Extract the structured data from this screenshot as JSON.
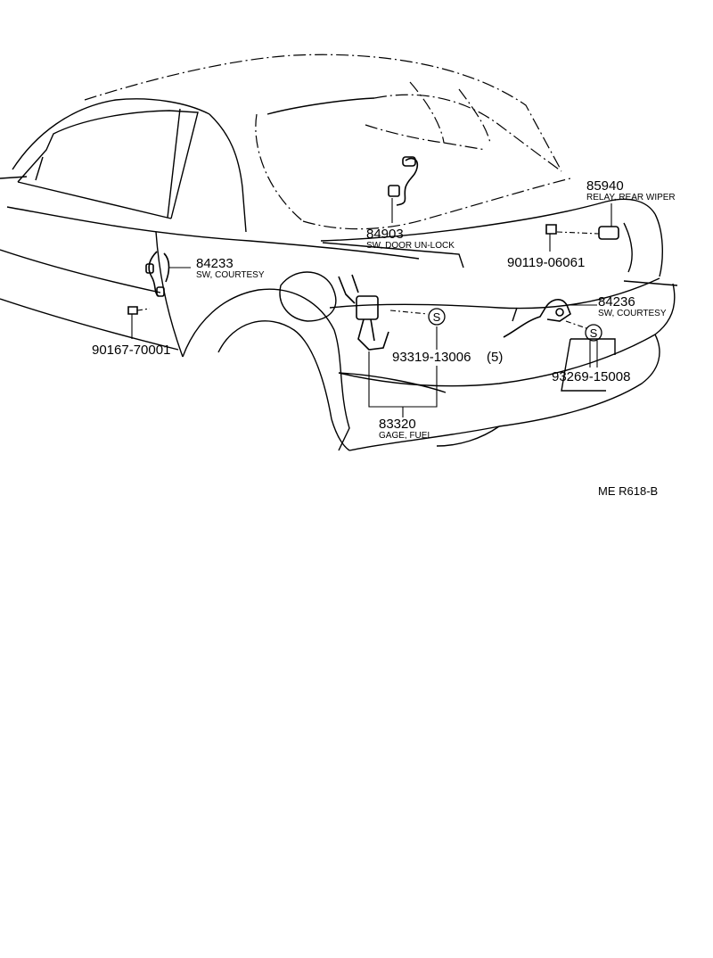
{
  "parts": [
    {
      "id": "p84903",
      "number": "84903",
      "description": "SW, DOOR UN-LOCK"
    },
    {
      "id": "p85940",
      "number": "85940",
      "description": "RELAY, REAR WIPER"
    },
    {
      "id": "p84233",
      "number": "84233",
      "description": "SW, COURTESY"
    },
    {
      "id": "p84236",
      "number": "84236",
      "description": "SW, COURTESY"
    },
    {
      "id": "p90119",
      "number": "90119-06061",
      "description": ""
    },
    {
      "id": "p90167",
      "number": "90167-70001",
      "description": ""
    },
    {
      "id": "p93319",
      "number": "93319-13006",
      "qty": "(5)",
      "description": ""
    },
    {
      "id": "p93269",
      "number": "93269-15008",
      "description": ""
    },
    {
      "id": "p83320",
      "number": "83320",
      "description": "GAGE, FUEL"
    }
  ],
  "symbols": {
    "screw_marker": "S"
  },
  "reference": "ME R618-B"
}
